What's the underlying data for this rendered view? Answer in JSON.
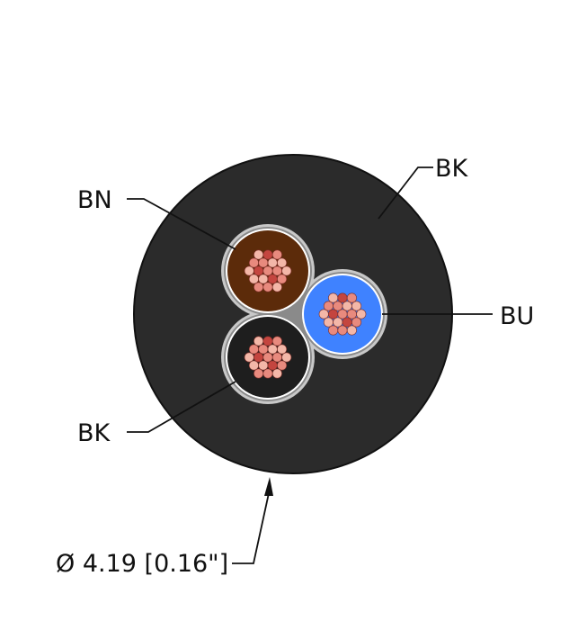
{
  "diagram": {
    "labels": {
      "jacket": "BK",
      "core_brown": "BN",
      "core_blue": "BU",
      "core_black": "BK",
      "diameter": "Ø 4.19 [0.16\"]"
    },
    "colors": {
      "jacket": "#2b2b2b",
      "filler": "#888888",
      "core_brown": "#5c2b0a",
      "core_blue": "#3f82ff",
      "core_black": "#1e1e1e",
      "strand_light": "#f3b7a8",
      "strand_mid": "#e88a7e",
      "strand_dark": "#c4453f"
    }
  }
}
